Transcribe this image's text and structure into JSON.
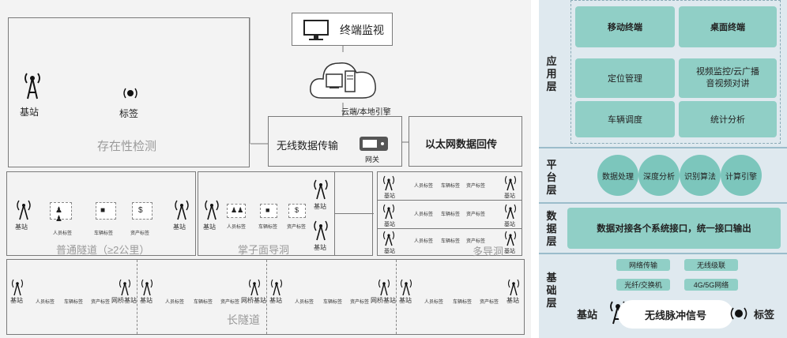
{
  "left": {
    "terminal": "终端监视",
    "cloud_label": "云端/本地引擎",
    "wireless": "无线数据传输",
    "gateway": "网关",
    "ethernet": "以太网数据回传",
    "presence": {
      "title": "存在性检测",
      "base": "基站",
      "tag": "标签"
    },
    "normal_tunnel": {
      "title": "普通隧道（≥2公里）",
      "base": "基站",
      "person": "人员标签",
      "vehicle": "车辆标签",
      "asset": "资产标签"
    },
    "palm_tunnel": {
      "title": "掌子面导洞",
      "base": "基站",
      "person": "人员标签",
      "vehicle": "车辆标签",
      "asset": "资产标签"
    },
    "multi_tunnel": {
      "title": "多导洞",
      "base": "基站",
      "person": "人员标签",
      "vehicle": "车辆标签",
      "asset": "资产标签"
    },
    "long_tunnel": {
      "title": "长隧道",
      "base": "基站",
      "bridge": "网桥基站",
      "person": "人员标签",
      "vehicle": "车辆标签",
      "asset": "资产标签"
    }
  },
  "right": {
    "app_layer": "应用层",
    "mobile": "移动终端",
    "desktop": "桌面终端",
    "location": "定位管理",
    "video": "视频监控/云广播",
    "audio": "音视频对讲",
    "dispatch": "车辆调度",
    "stats": "统计分析",
    "platform_layer": "平台层",
    "proc": "数据处理",
    "deep": "深度分析",
    "algo": "识别算法",
    "engine": "计算引擎",
    "data_layer": "数据层",
    "data_text": "数据对接各个系统接口，统一接口输出",
    "base_layer": "基础层",
    "net": "网络传输",
    "cascade": "无线级联",
    "fiber": "光纤/交换机",
    "g45": "4G/5G网络",
    "base": "基站",
    "pulse": "无线脉冲信号",
    "tag": "标签"
  },
  "colors": {
    "teal": "#90cfc6",
    "teal_circle": "#7cc6bc",
    "right_bg": "#dfe9ef",
    "left_bg": "#f3f3f3"
  }
}
